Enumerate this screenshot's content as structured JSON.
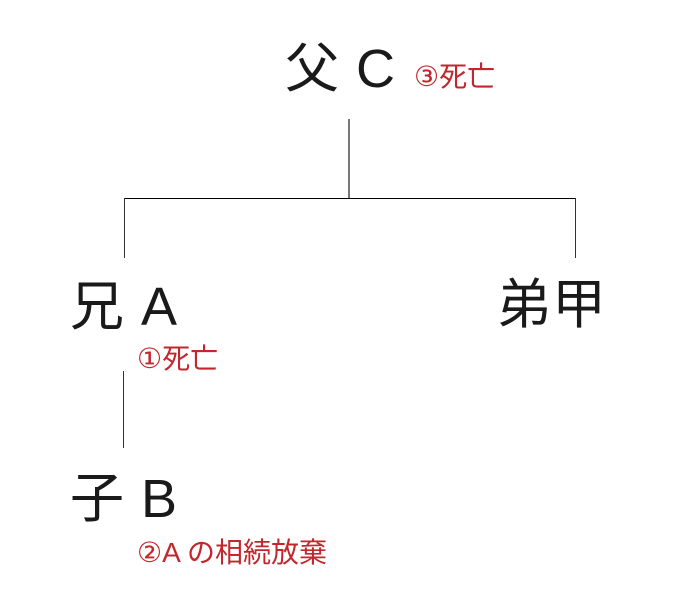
{
  "diagram": {
    "title": "inheritance-family-tree",
    "colors": {
      "text": "#1a1a1a",
      "annotation_red": "#c1272d",
      "line": "#333333"
    },
    "nodes": {
      "father": {
        "label": "父 C",
        "annotation": "③死亡"
      },
      "brother": {
        "label": "兄 A",
        "annotation": "①死亡"
      },
      "younger_brother": {
        "label": "弟甲"
      },
      "child": {
        "label": "子 B",
        "annotation": "②A の相続放棄"
      }
    }
  }
}
